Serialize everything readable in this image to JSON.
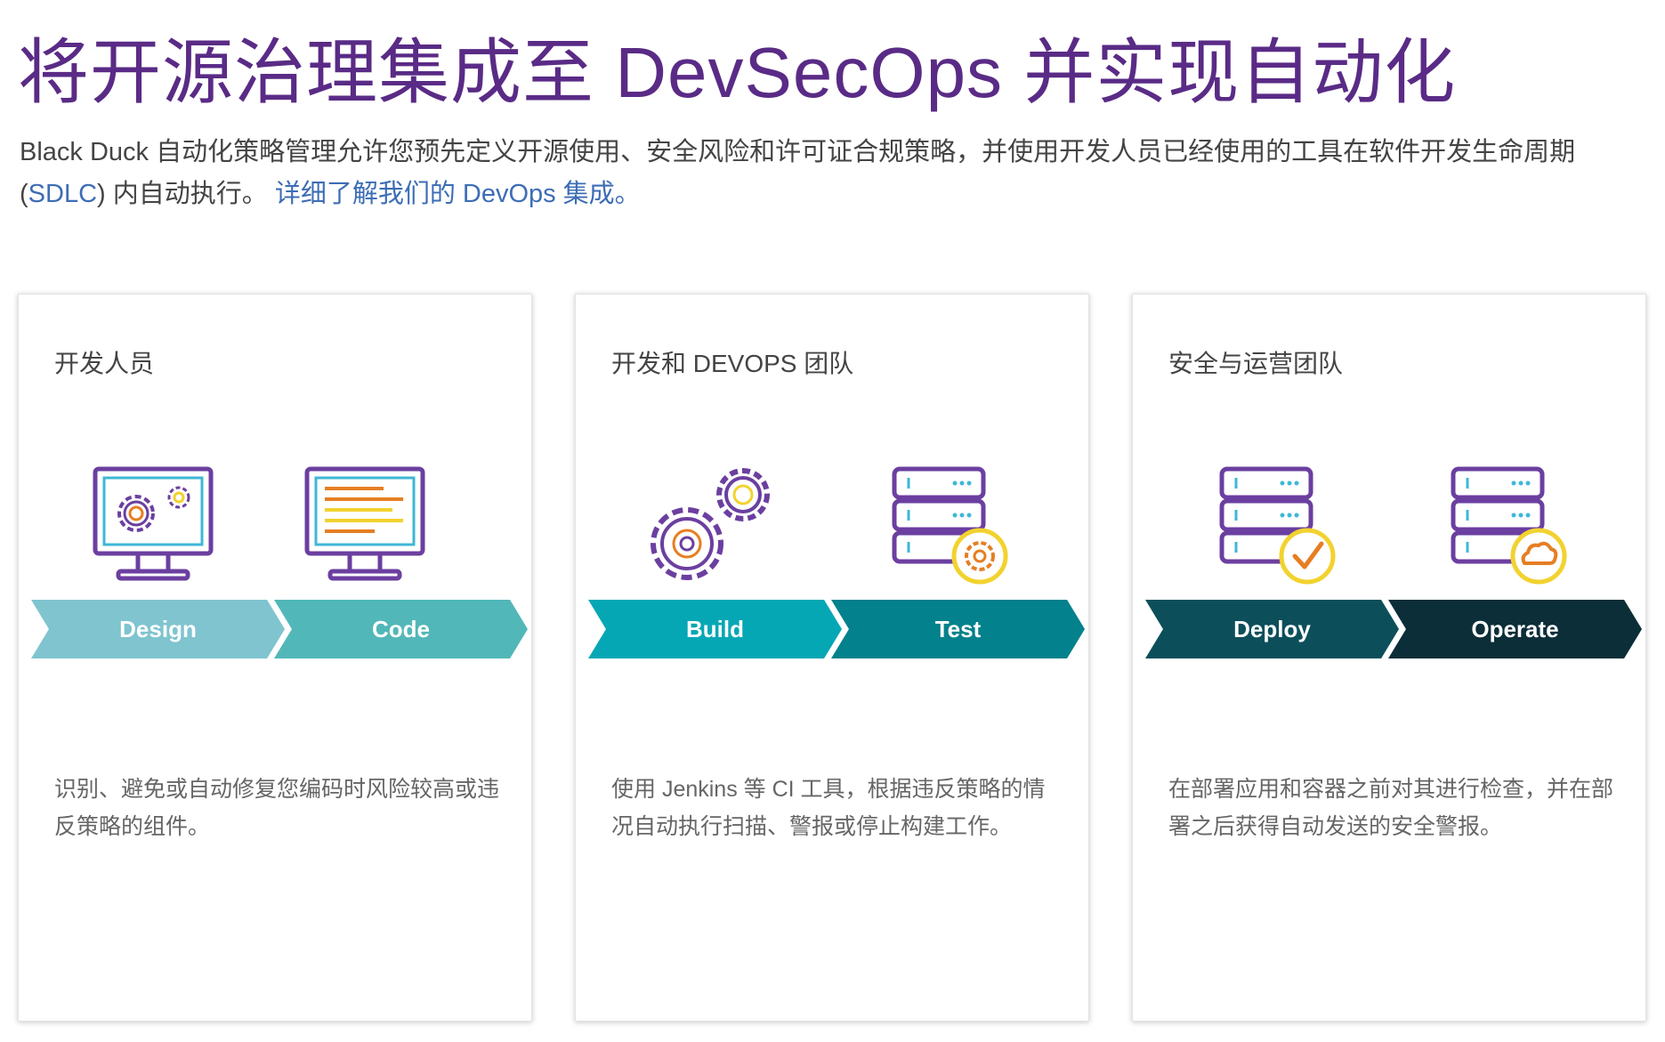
{
  "header": {
    "title": "将开源治理集成至 DevSecOps 并实现自动化",
    "intro_pre": "Black Duck 自动化策略管理允许您预先定义开源使用、安全风险和许可证合规策略，并使用开发人员已经使用的工具在软件开发生命周期",
    "intro_paren_open": "(",
    "intro_sdlc": "SDLC",
    "intro_mid": ") 内自动执行。",
    "intro_link": "详细了解我们的 DevOps 集成。"
  },
  "colors": {
    "title": "#5a2b86",
    "link": "#3d6db5",
    "design": "#7fc4cf",
    "code": "#52b7b8",
    "build": "#06a7b5",
    "test": "#03818c",
    "deploy": "#0c4f5b",
    "operate": "#0b2e38",
    "icon_purple": "#6b3fa0",
    "icon_orange": "#e67e22",
    "icon_yellow": "#f2d22e",
    "icon_cyan": "#3fb7d6"
  },
  "cards": [
    {
      "title": "开发人员",
      "stages": [
        "Design",
        "Code"
      ],
      "icons": [
        "monitor-gears-icon",
        "monitor-code-icon"
      ],
      "description": "识别、避免或自动修复您编码时风险较高或违反策略的组件。"
    },
    {
      "title": "开发和 DEVOPS 团队",
      "stages": [
        "Build",
        "Test"
      ],
      "icons": [
        "gears-icon",
        "server-gear-icon"
      ],
      "description": "使用 Jenkins 等 CI 工具，根据违反策略的情况自动执行扫描、警报或停止构建工作。"
    },
    {
      "title": "安全与运营团队",
      "stages": [
        "Deploy",
        "Operate"
      ],
      "icons": [
        "server-check-icon",
        "server-cloud-icon"
      ],
      "description": "在部署应用和容器之前对其进行检查，并在部署之后获得自动发送的安全警报。"
    }
  ]
}
